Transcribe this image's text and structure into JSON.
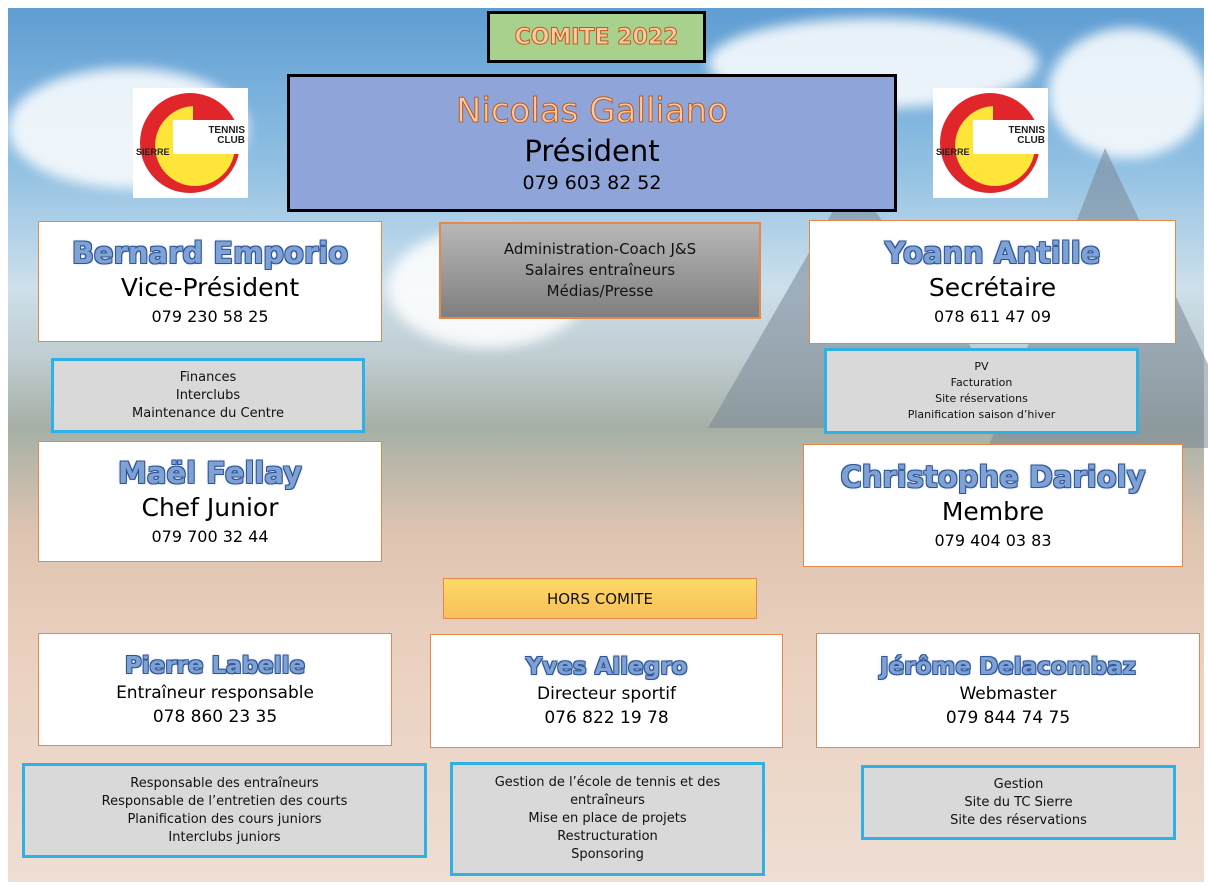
{
  "header": {
    "title": "COMITE 2022"
  },
  "president": {
    "name": "Nicolas Galliano",
    "role": "Président",
    "phone": "079 603 82 52"
  },
  "logo": {
    "line1": "TENNIS",
    "line2": "CLUB",
    "line3": "SIERRE"
  },
  "admin_box": {
    "lines": [
      "Administration-Coach J&S",
      "Salaires entraîneurs",
      "Médias/Presse"
    ]
  },
  "vice_president": {
    "name": "Bernard Emporio",
    "role": "Vice-Président",
    "phone": "079 230 58 25",
    "tasks": [
      "Finances",
      "Interclubs",
      "Maintenance du Centre"
    ]
  },
  "secretary": {
    "name": "Yoann Antille",
    "role": "Secrétaire",
    "phone": "078 611 47 09",
    "tasks": [
      "PV",
      "Facturation",
      "Site réservations",
      "Planification saison d’hiver"
    ]
  },
  "junior_chief": {
    "name": "Maël Fellay",
    "role": "Chef Junior",
    "phone": "079 700 32 44"
  },
  "member": {
    "name": "Christophe Darioly",
    "role": "Membre",
    "phone": "079 404 03 83"
  },
  "hors_comite": {
    "label": "HORS COMITE"
  },
  "coach": {
    "name": "Pierre Labelle",
    "role": "Entraîneur responsable",
    "phone": "078 860 23 35",
    "tasks": [
      "Responsable des entraîneurs",
      "Responsable de l’entretien des courts",
      "Planification des cours juniors",
      "Interclubs juniors"
    ]
  },
  "director": {
    "name": "Yves Allegro",
    "role": "Directeur sportif",
    "phone": "076 822 19 78",
    "tasks": [
      "Gestion de l’école de tennis et des",
      "entraîneurs",
      "Mise en place de projets",
      "Restructuration",
      "Sponsoring"
    ]
  },
  "webmaster": {
    "name": "Jérôme Delacombaz",
    "role": "Webmaster",
    "phone": "079 844 74 75",
    "tasks": [
      "Gestion",
      "Site du TC Sierre",
      "Site des réservations"
    ]
  },
  "colors": {
    "name_fill": "#7fa2d6",
    "name_outline": "#2f5597",
    "box_border": "#e5894a",
    "task_border": "#2fb0e6",
    "task_bg": "#d9d9d9",
    "logo_red": "#e0262b",
    "logo_yellow": "#ffe43a"
  }
}
